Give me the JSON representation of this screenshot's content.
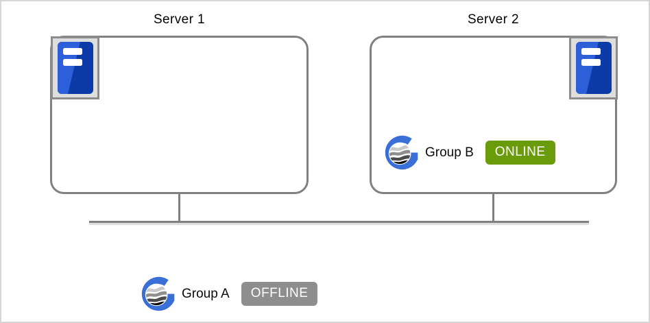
{
  "servers": [
    {
      "title": "Server 1",
      "icon": "server-tower-icon"
    },
    {
      "title": "Server 2",
      "icon": "server-tower-icon"
    }
  ],
  "groups": [
    {
      "label": "Group B",
      "status": "ONLINE",
      "status_color": "#6a9b0a",
      "icon": "group-globe-icon",
      "location": "Server 2"
    },
    {
      "label": "Group A",
      "status": "OFFLINE",
      "status_color": "#8e8e8e",
      "icon": "group-globe-icon",
      "location": "network"
    }
  ],
  "network": {
    "type": "shared-bus-line"
  },
  "colors": {
    "box_border": "#808080",
    "network_line": "#808080",
    "icon_frame_bg": "#dedede",
    "icon_frame_border": "#8c8c8c",
    "server_blue_light": "#2d5fd8",
    "server_blue_dark": "#0c3aa6",
    "group_blue": "#3b6fd8",
    "online_green": "#6a9b0a",
    "offline_gray": "#8e8e8e"
  }
}
